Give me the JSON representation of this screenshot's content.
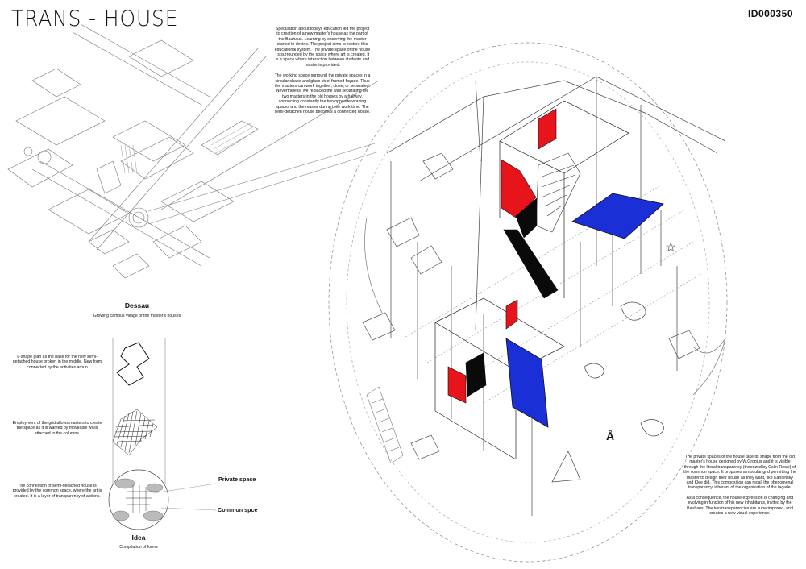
{
  "header": {
    "title": "TRANS - HOUSE",
    "project_id": "ID000350"
  },
  "intro_text": {
    "p1": "Speculation about todays education led the project to creation of a new master's house as the part of the Bauhaus. Learning by observing the master started to devine. The project aims to restore this educational system. The private space of the house i s surrounded by the space where art is created. It is a space where interaction between students and master is provided.",
    "p2": "The working space surround the private spaces in a circular shape and glass steel framed façade. Thus the masters can work together, close, or separated. Nevertheless, we replaced the wall separating the two masters in the old houses by a hallway, connecting constantly the two opposite working spaces and the master during their work time. The semi-detached house becomes a connected house."
  },
  "site_plan": {
    "caption_title": "Dessau",
    "caption_sub": "Growing campus village of the master's houses"
  },
  "diagram_steps": {
    "step1": "L-shape plan as the base for the new semi-detached house broken in the middle. New form connected by the activities aroun",
    "step2": "Employment of the grid allows masters to create the space as it is wanted by moveable walls attached to the columns.",
    "step3": "The connection of semi-detached house is provided by the common space, where the art is created. It is a layer of transparency of actions.",
    "label_private": "Private space",
    "label_common": "Common spce",
    "caption_title": "Idea",
    "caption_sub": "Compilation of forms"
  },
  "right_text": {
    "p1": "The  private spaces of the house take its shape from the old master's house designed by W.Gropius and it is visible through the literal transparency (theorized by Colin Rowe) of the common space. It proposes a modular grid permitting the master to design their house as they want, like Kandinsky and Klee did. This composition can recall the phenomenal transparency, inherant of the organisation of the façade.",
    "p2": "As a consequence, the house expression is changing and evolving in function of his new inhabitants, invited by the Bauhaus. The two transparencies are superimposed, and creates a new visual experience."
  },
  "colors": {
    "red": "#e8141b",
    "blue": "#1a2fd6",
    "black": "#0a0a0a",
    "line": "#555555"
  },
  "icons": [
    "star-figure-icon",
    "person-figure-icon"
  ]
}
